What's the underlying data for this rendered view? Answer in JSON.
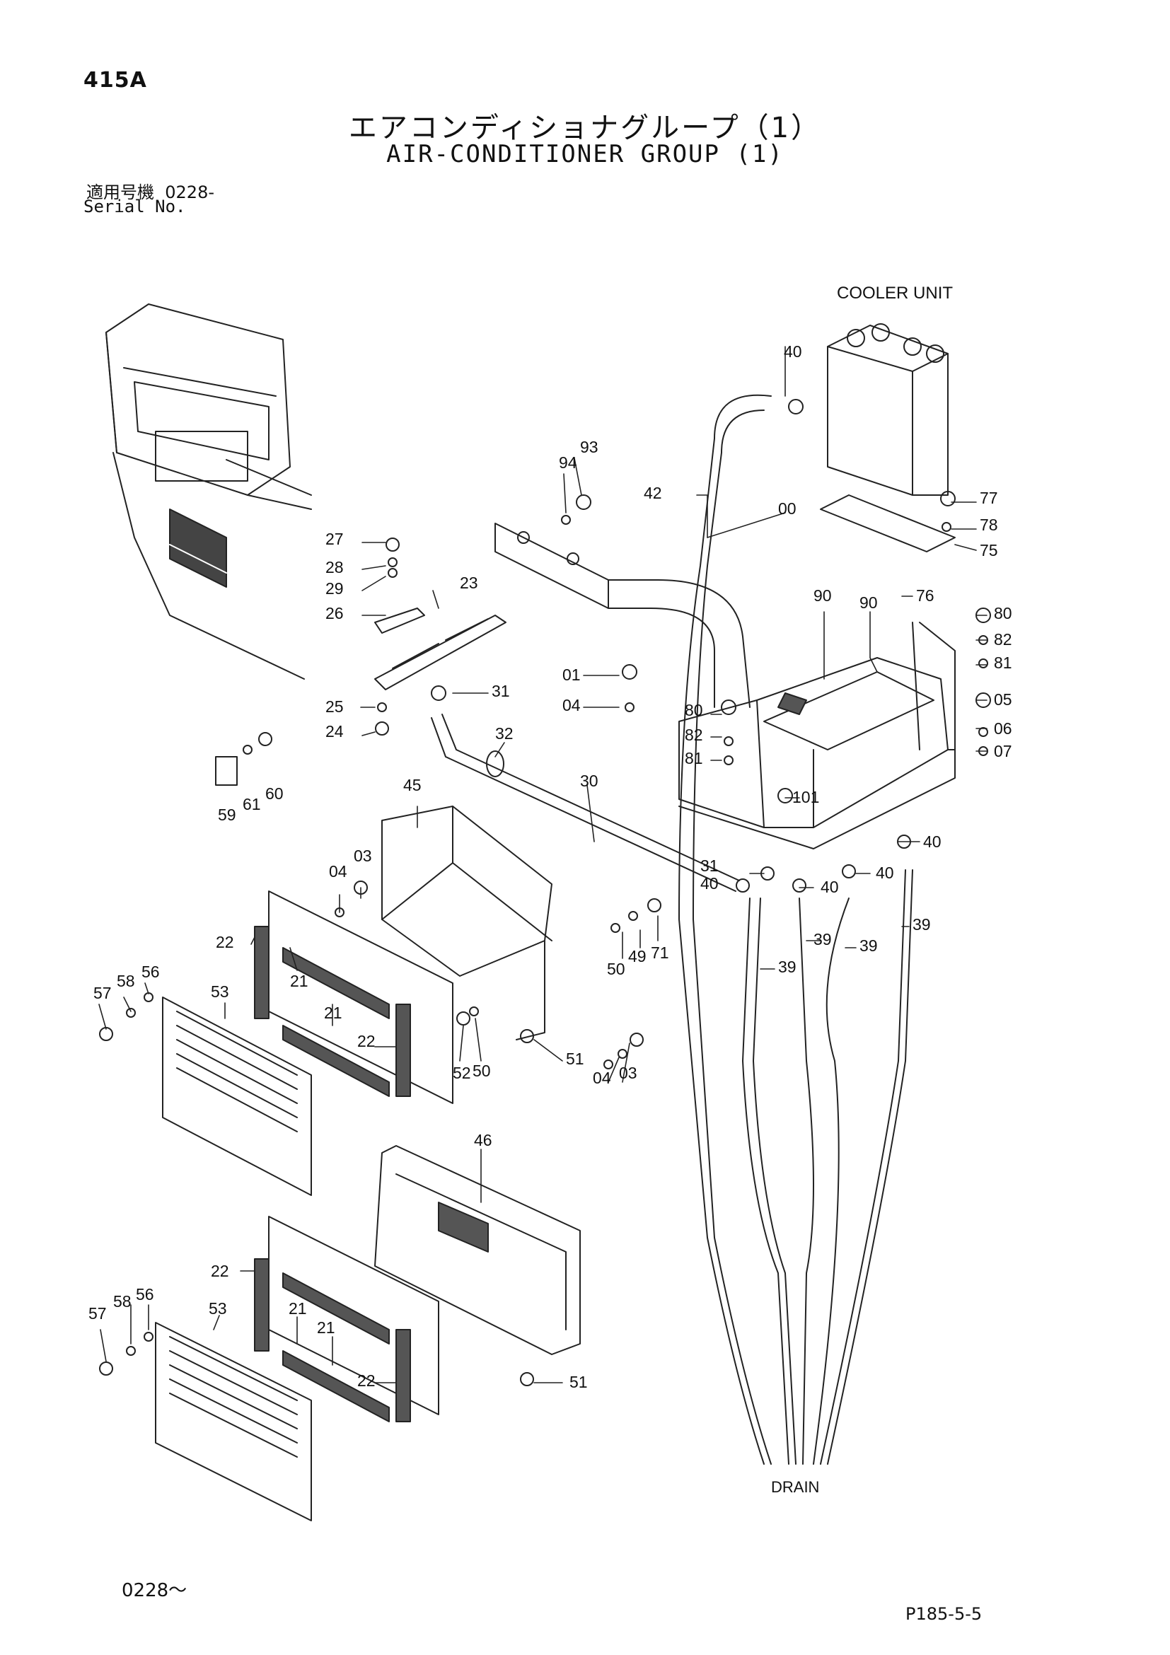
{
  "header": {
    "page_code": "415A",
    "title_jp": "エアコンディショナグループ（1）",
    "title_en": "AIR-CONDITIONER GROUP (1)",
    "serial_label_jp": "適用号機",
    "serial_value": "0228-",
    "serial_label_en": "Serial No."
  },
  "annotations": {
    "cooler_unit": "COOLER UNIT",
    "drain": "DRAIN"
  },
  "callouts": [
    "40",
    "93",
    "94",
    "42",
    "00",
    "77",
    "78",
    "75",
    "27",
    "28",
    "29",
    "23",
    "26",
    "76",
    "90",
    "90",
    "80",
    "82",
    "81",
    "05",
    "06",
    "07",
    "01",
    "31",
    "04",
    "80",
    "82",
    "81",
    "25",
    "24",
    "32",
    "101",
    "40",
    "60",
    "61",
    "59",
    "45",
    "30",
    "31",
    "40",
    "40",
    "40",
    "03",
    "04",
    "71",
    "49",
    "50",
    "39",
    "39",
    "39",
    "39",
    "22",
    "58",
    "56",
    "57",
    "21",
    "53",
    "21",
    "22",
    "52",
    "50",
    "51",
    "46",
    "03",
    "04",
    "22",
    "58",
    "56",
    "57",
    "21",
    "53",
    "21",
    "22",
    "51"
  ],
  "footer": {
    "left": "0228～",
    "right": "P185-5-5"
  }
}
